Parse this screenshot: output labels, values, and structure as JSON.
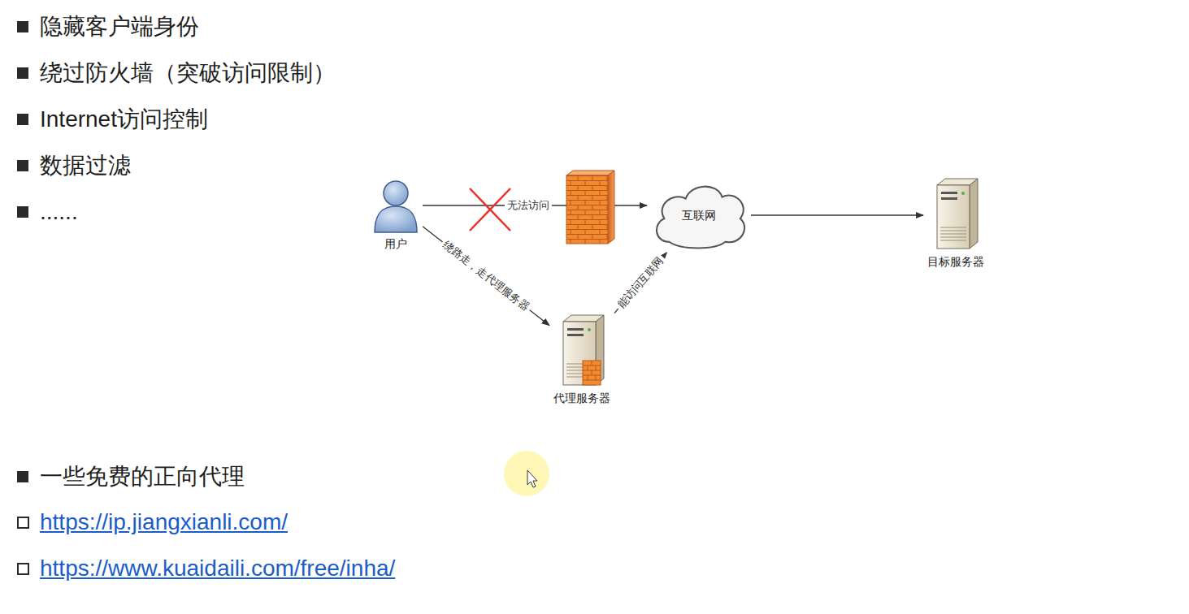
{
  "diagram": {
    "nodes": [
      {
        "text": [
          "用户"
        ]
      },
      {
        "text": [
          "互联网"
        ]
      },
      {
        "text": [
          "目标服务器"
        ]
      },
      {
        "text": [
          "代理服务器"
        ]
      }
    ],
    "edges": [
      {
        "from": 0,
        "to": 1,
        "arrow": "to",
        "label": "无法访问"
      },
      {
        "from": 1,
        "to": 2,
        "arrow": "to"
      },
      {
        "from": 0,
        "to": 3,
        "arrow": "to",
        "label": "绕路走，走代理服务器"
      },
      {
        "from": 3,
        "to": 1,
        "arrow": "to",
        "label": "能访问互联网"
      }
    ],
    "labels": [
      "隐藏客户端身份",
      "绕过防火墙（突破访问限制）",
      "Internet访问控制",
      "数据过滤",
      "......",
      "一些免费的正向代理",
      "https://ip.jiangxianli.com/",
      "https://www.kuaidaili.com/free/inha/"
    ]
  }
}
